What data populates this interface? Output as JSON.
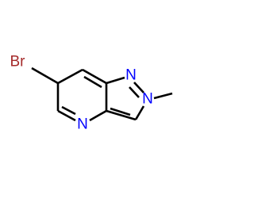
{
  "molecule": {
    "atoms": {
      "br": {
        "symbol": "Br",
        "color": "#a52a2a"
      },
      "n1": {
        "symbol": "N",
        "color": "#0000ff"
      },
      "n2": {
        "symbol": "N",
        "color": "#0000ff"
      },
      "n4": {
        "symbol": "N",
        "color": "#0000ff"
      }
    },
    "bond_color": "#000000",
    "background": "#ffffff"
  }
}
